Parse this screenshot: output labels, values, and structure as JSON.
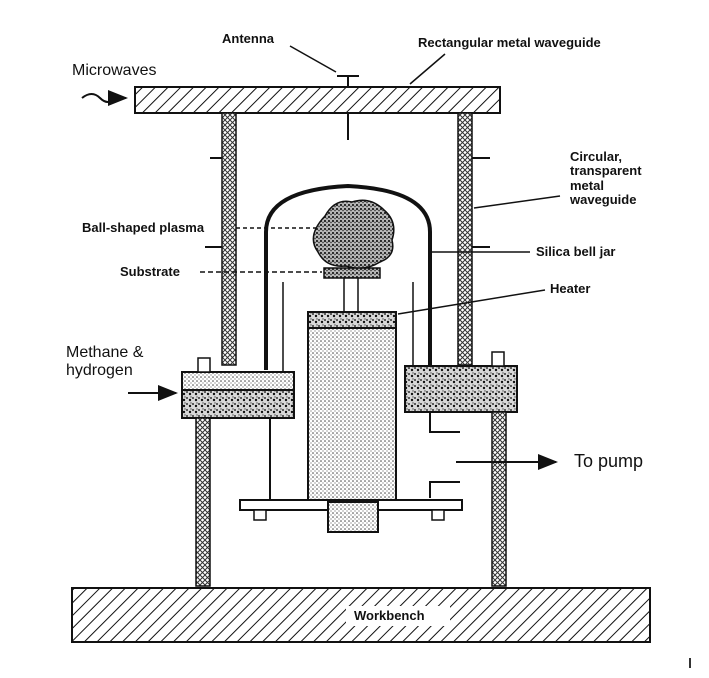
{
  "diagram": {
    "labels": {
      "antenna": "Antenna",
      "rect_waveguide": "Rectangular metal waveguide",
      "microwaves": "Microwaves",
      "circular_waveguide": [
        "Circular,",
        "transparent",
        "metal",
        "waveguide"
      ],
      "plasma": "Ball-shaped plasma",
      "bell_jar": "Silica bell jar",
      "substrate": "Substrate",
      "heater": "Heater",
      "gas_inlet": [
        "Methane &",
        "hydrogen"
      ],
      "to_pump": "To pump",
      "workbench": "Workbench"
    },
    "colors": {
      "ink": "#111111",
      "background": "#ffffff"
    }
  }
}
